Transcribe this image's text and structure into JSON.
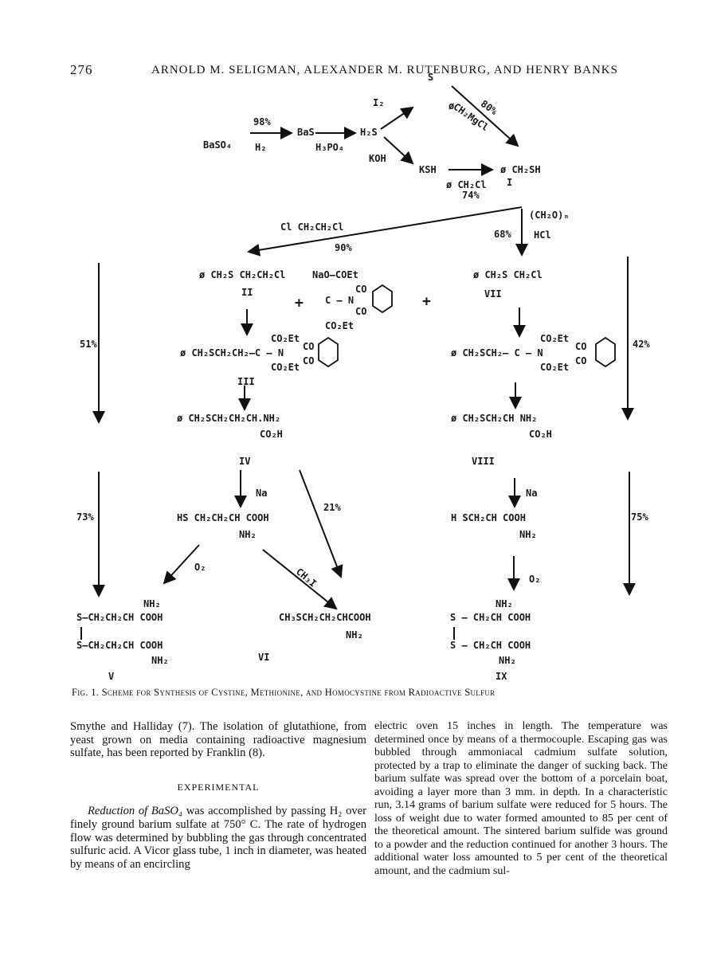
{
  "header": {
    "page_number": "276",
    "authors": "ARNOLD M. SELIGMAN, ALEXANDER M. RUTENBURG, AND HENRY BANKS"
  },
  "figure": {
    "labels": {
      "baso4": "BaSO₄",
      "y98": "98%",
      "h2": "H₂",
      "bas": "BaS",
      "h3po4": "H₃PO₄",
      "h2s": "H₂S",
      "i2": "I₂",
      "s": "S",
      "phi1": "ø",
      "y80": "80%",
      "ch2mgcl": "CH₂MgCl",
      "koh": "KOH",
      "ksh": "KSH",
      "benzyl_mercaptan": "ø CH₂SH",
      "num_I": "I",
      "benzyl_chloride": "ø CH₂Cl",
      "y74": "74%",
      "dichloroethane": "Cl CH₂CH₂Cl",
      "y90": "90%",
      "y68": "68%",
      "formaldehyde": "(CH₂O)ₙ",
      "hcl": "HCl",
      "cpd_II": "ø CH₂S CH₂CH₂Cl",
      "num_II": "II",
      "naocoet": "NaO–COEt",
      "plus1": "+",
      "malonate_c": "C – N",
      "malonate_co1": "CO",
      "malonate_co2": "CO",
      "malonate_co2et": "CO₂Et",
      "plus2": "+",
      "cpd_VII": "ø CH₂S CH₂Cl",
      "num_VII": "VII",
      "y51": "51%",
      "y42": "42%",
      "cpd_III_a": "ø CH₂SCH₂CH₂–C – N",
      "cpd_III_b": "CO₂Et",
      "cpd_III_c": "CO₂Et",
      "cpd_III_d": "CO",
      "cpd_III_e": "CO",
      "num_III": "III",
      "cpd_VIIb_a": "ø CH₂SCH₂– C – N",
      "cpd_VIIb_b": "CO₂Et",
      "cpd_VIIb_c": "CO₂Et",
      "cpd_VIIb_d": "CO",
      "cpd_VIIb_e": "CO",
      "cpd_IV_a": "ø CH₂SCH₂CH₂CH.NH₂",
      "cpd_IV_b": "CO₂H",
      "num_IV": "IV",
      "cpd_VIII_a": "ø CH₂SCH₂CH NH₂",
      "cpd_VIII_b": "CO₂H",
      "num_VIII": "VIII",
      "na1": "Na",
      "na2": "Na",
      "y73": "73%",
      "y21": "21%",
      "y75": "75%",
      "homocysteine_a": "HS CH₂CH₂CH COOH",
      "homocysteine_b": "NH₂",
      "cysteine_a": "H SCH₂CH COOH",
      "cysteine_b": "NH₂",
      "o2a": "O₂",
      "ch3i": "CH₃I",
      "o2b": "O₂",
      "cpd_V_a": "NH₂",
      "cpd_V_b": "S–CH₂CH₂CH COOH",
      "cpd_V_c": "S–CH₂CH₂CH COOH",
      "cpd_V_d": "NH₂",
      "num_V": "V",
      "cpd_VI_a": "CH₃SCH₂CH₂CHCOOH",
      "cpd_VI_b": "NH₂",
      "num_VI": "VI",
      "cpd_IX_a": "NH₂",
      "cpd_IX_b": "S – CH₂CH  COOH",
      "cpd_IX_c": "S – CH₂CH COOH",
      "cpd_IX_d": "NH₂",
      "num_IX": "IX"
    },
    "caption": "Fig. 1. Scheme for Synthesis of Cystine, Methionine, and Homocystine from Radioactive Sulfur"
  },
  "body": {
    "left": {
      "p1": "Smythe and Halliday (7). The isolation of glutathione, from yeast grown on media containing radioactive magnesium sulfate, has been reported by Franklin (8).",
      "section": "EXPERIMENTAL",
      "p2_italic": "Reduction of BaSO₄",
      "p2": " was accomplished by passing H₂ over finely ground barium sulfate at 750° C. The rate of hydrogen flow was determined by bubbling the gas through concentrated sulfuric acid. A Vicor glass tube, 1 inch in diameter, was heated by means of an encircling"
    },
    "right": {
      "p1": "electric oven 15 inches in length. The temperature was determined once by means of a thermocouple. Escaping gas was bubbled through ammoniacal cadmium sulfate solution, protected by a trap to eliminate the danger of sucking back. The barium sulfate was spread over the bottom of a porcelain boat, avoiding a layer more than 3 mm. in depth. In a characteristic run, 3.14 grams of barium sulfate were reduced for 5 hours. The loss of weight due to water formed amounted to 85 per cent of the theoretical amount. The sintered barium sulfide was ground to a powder and the reduction continued for another 3 hours. The additional water loss amounted to 5 per cent of the theoretical amount, and the cadmium sul-"
    }
  }
}
